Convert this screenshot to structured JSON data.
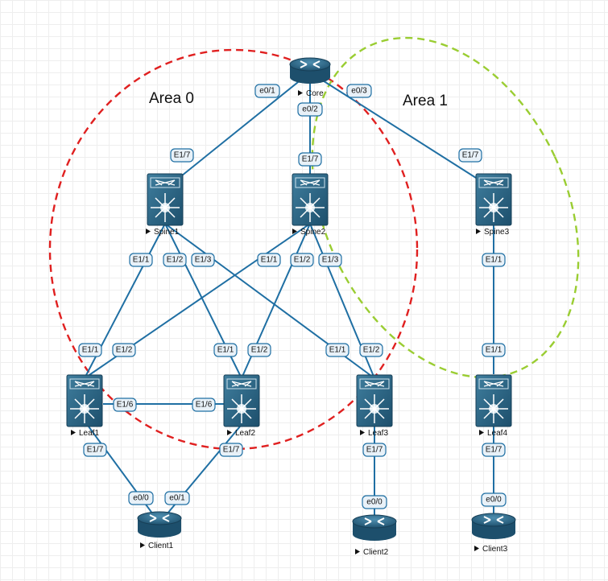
{
  "areas": {
    "area0": {
      "label": "Area 0",
      "color": "#e02020"
    },
    "area1": {
      "label": "Area 1",
      "color": "#9acd32"
    }
  },
  "nodes": {
    "core": {
      "label": "Core",
      "type": "router"
    },
    "spine1": {
      "label": "Spine1",
      "type": "nexus-switch"
    },
    "spine2": {
      "label": "Spine2",
      "type": "nexus-switch"
    },
    "spine3": {
      "label": "Spine3",
      "type": "nexus-switch"
    },
    "leaf1": {
      "label": "Leaf1",
      "type": "nexus-switch"
    },
    "leaf2": {
      "label": "Leaf2",
      "type": "nexus-switch"
    },
    "leaf3": {
      "label": "Leaf3",
      "type": "nexus-switch"
    },
    "leaf4": {
      "label": "Leaf4",
      "type": "nexus-switch"
    },
    "client1": {
      "label": "Client1",
      "type": "router"
    },
    "client2": {
      "label": "Client2",
      "type": "router"
    },
    "client3": {
      "label": "Client3",
      "type": "router"
    }
  },
  "links": [
    {
      "a": "core",
      "a_port": "e0/1",
      "b": "spine1",
      "b_port": "E1/7"
    },
    {
      "a": "core",
      "a_port": "e0/2",
      "b": "spine2",
      "b_port": "E1/7"
    },
    {
      "a": "core",
      "a_port": "e0/3",
      "b": "spine3",
      "b_port": "E1/7"
    },
    {
      "a": "spine1",
      "a_port": "E1/1",
      "b": "leaf1",
      "b_port": "E1/1"
    },
    {
      "a": "spine1",
      "a_port": "E1/2",
      "b": "leaf2",
      "b_port": "E1/1"
    },
    {
      "a": "spine1",
      "a_port": "E1/3",
      "b": "leaf3",
      "b_port": "E1/1"
    },
    {
      "a": "spine2",
      "a_port": "E1/1",
      "b": "leaf1",
      "b_port": "E1/2"
    },
    {
      "a": "spine2",
      "a_port": "E1/2",
      "b": "leaf2",
      "b_port": "E1/2"
    },
    {
      "a": "spine2",
      "a_port": "E1/3",
      "b": "leaf3",
      "b_port": "E1/2"
    },
    {
      "a": "spine3",
      "a_port": "E1/1",
      "b": "leaf4",
      "b_port": "E1/1"
    },
    {
      "a": "leaf1",
      "a_port": "E1/6",
      "b": "leaf2",
      "b_port": "E1/6"
    },
    {
      "a": "leaf1",
      "a_port": "E1/7",
      "b": "client1",
      "b_port": "e0/0"
    },
    {
      "a": "leaf2",
      "a_port": "E1/7",
      "b": "client1",
      "b_port": "e0/1"
    },
    {
      "a": "leaf3",
      "a_port": "E1/7",
      "b": "client2",
      "b_port": "e0/0"
    },
    {
      "a": "leaf4",
      "a_port": "E1/7",
      "b": "client3",
      "b_port": "e0/0"
    }
  ]
}
